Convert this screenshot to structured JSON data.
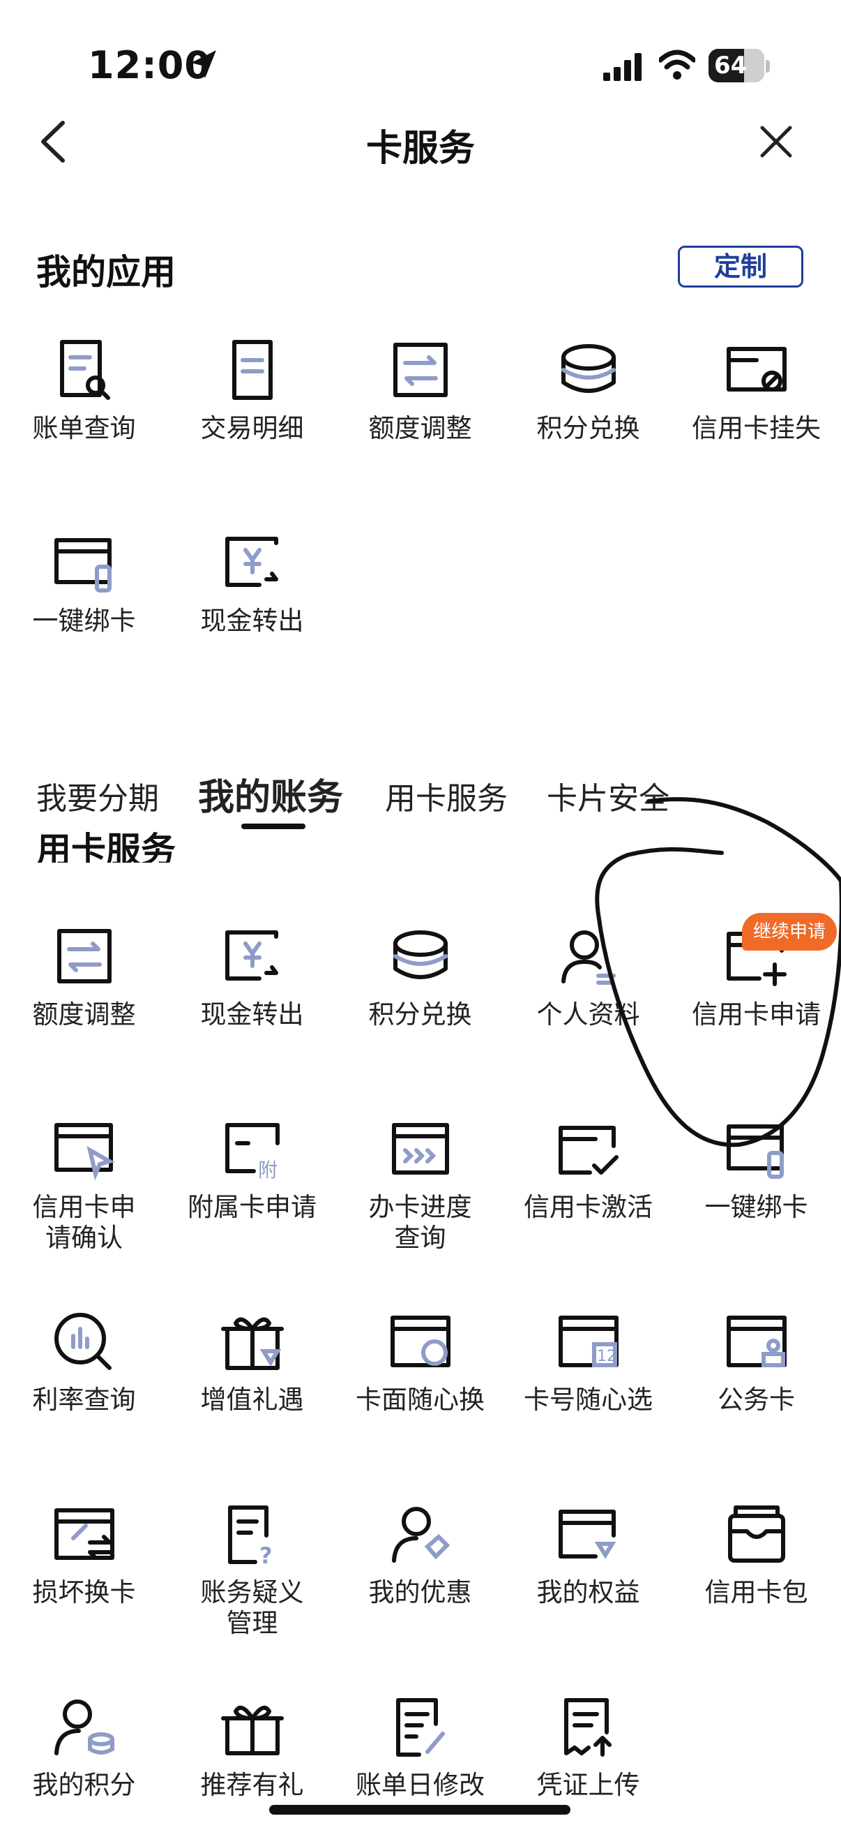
{
  "status": {
    "time": "12:00",
    "battery": "64"
  },
  "header": {
    "title": "卡服务"
  },
  "my_apps": {
    "title": "我的应用",
    "customize_label": "定制",
    "items": [
      {
        "label": "账单查询",
        "icon": "bill-search-icon"
      },
      {
        "label": "交易明细",
        "icon": "transaction-detail-icon"
      },
      {
        "label": "额度调整",
        "icon": "limit-adjust-icon"
      },
      {
        "label": "积分兑换",
        "icon": "points-redeem-icon"
      },
      {
        "label": "信用卡挂失",
        "icon": "card-loss-icon"
      },
      {
        "label": "一键绑卡",
        "icon": "bind-card-icon"
      },
      {
        "label": "现金转出",
        "icon": "cash-transfer-icon"
      }
    ]
  },
  "tabs": [
    {
      "label": "我要分期",
      "active": false
    },
    {
      "label": "我的账务",
      "active": true
    },
    {
      "label": "用卡服务",
      "active": false
    },
    {
      "label": "卡片安全",
      "active": false
    }
  ],
  "card_service": {
    "title": "用卡服务",
    "badge": "继续申请",
    "items": [
      {
        "label": "额度调整",
        "icon": "limit-adjust-icon"
      },
      {
        "label": "现金转出",
        "icon": "cash-transfer-icon"
      },
      {
        "label": "积分兑换",
        "icon": "points-redeem-icon"
      },
      {
        "label": "个人资料",
        "icon": "profile-icon"
      },
      {
        "label": "信用卡申请",
        "icon": "card-apply-icon"
      },
      {
        "label": "信用卡申请确认",
        "line1": "信用卡申",
        "line2": "请确认",
        "icon": "apply-confirm-icon"
      },
      {
        "label": "附属卡申请",
        "icon": "supplementary-card-icon"
      },
      {
        "label": "办卡进度查询",
        "line1": "办卡进度",
        "line2": "查询",
        "icon": "progress-icon"
      },
      {
        "label": "信用卡激活",
        "icon": "card-activate-icon"
      },
      {
        "label": "一键绑卡",
        "icon": "bind-card-icon"
      },
      {
        "label": "利率查询",
        "icon": "rate-query-icon"
      },
      {
        "label": "增值礼遇",
        "icon": "gift-benefit-icon"
      },
      {
        "label": "卡面随心换",
        "icon": "card-face-icon"
      },
      {
        "label": "卡号随心选",
        "icon": "card-number-icon"
      },
      {
        "label": "公务卡",
        "icon": "business-card-icon"
      },
      {
        "label": "损坏换卡",
        "icon": "card-replace-icon"
      },
      {
        "label": "账务疑义管理",
        "line1": "账务疑义",
        "line2": "管理",
        "icon": "dispute-icon"
      },
      {
        "label": "我的优惠",
        "icon": "my-offers-icon"
      },
      {
        "label": "我的权益",
        "icon": "my-rights-icon"
      },
      {
        "label": "信用卡包",
        "icon": "card-wallet-icon"
      },
      {
        "label": "我的积分",
        "icon": "my-points-icon"
      },
      {
        "label": "推荐有礼",
        "icon": "referral-gift-icon"
      },
      {
        "label": "账单日修改",
        "icon": "bill-date-icon"
      },
      {
        "label": "凭证上传",
        "icon": "voucher-upload-icon"
      }
    ]
  },
  "colors": {
    "accent": "#1f3f9a",
    "icon_accent": "#8e9cc8",
    "badge": "#f06a28"
  }
}
